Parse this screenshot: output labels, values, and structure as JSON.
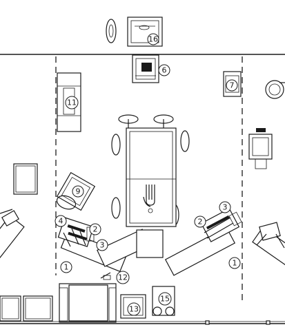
{
  "diagram": {
    "labels": {
      "l1a": "1",
      "l1b": "1",
      "l2a": "2",
      "l2b": "2",
      "l3a": "3",
      "l3b": "3",
      "l4": "4",
      "l6": "6",
      "l7": "7",
      "l9": "9",
      "l11": "11",
      "l12": "12",
      "l13": "13",
      "l15": "15",
      "l16": "16"
    },
    "colors": {
      "line": "#1a1a1a",
      "background": "#ffffff",
      "shade": "#e9e9e9"
    }
  }
}
